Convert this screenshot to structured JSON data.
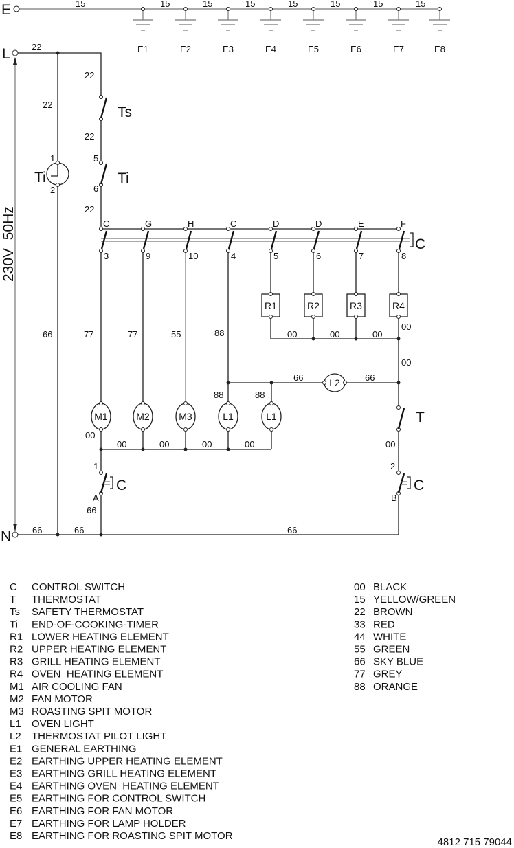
{
  "earth": {
    "terminal": "E",
    "wire": "15",
    "taps": [
      "E1",
      "E2",
      "E3",
      "E4",
      "E5",
      "E6",
      "E7",
      "E8"
    ]
  },
  "supply": {
    "line": "L",
    "neutral": "N",
    "voltage": "230V  50Hz"
  },
  "wires": {
    "brown": "22",
    "skyblue": "66",
    "grey": "77",
    "green": "55",
    "orange": "88",
    "black": "00"
  },
  "timer": {
    "label": "Ti",
    "pin1": "1",
    "pin2": "2"
  },
  "safety_thermostat": {
    "label": "Ts"
  },
  "timer_contact": {
    "label": "Ti",
    "pin_in": "5",
    "pin_out": "6"
  },
  "control_switch": {
    "label": "C",
    "contacts": [
      {
        "top": "C",
        "bottom": "3"
      },
      {
        "top": "G",
        "bottom": "9"
      },
      {
        "top": "H",
        "bottom": "10"
      },
      {
        "top": "C",
        "bottom": "4"
      },
      {
        "top": "D",
        "bottom": "5"
      },
      {
        "top": "D",
        "bottom": "6"
      },
      {
        "top": "E",
        "bottom": "7"
      },
      {
        "top": "F",
        "bottom": "8"
      }
    ],
    "contact_a": {
      "in": "1",
      "out": "A"
    },
    "contact_b": {
      "in": "2",
      "out": "B"
    }
  },
  "elements": [
    "R1",
    "R2",
    "R3",
    "R4"
  ],
  "loads": [
    "M1",
    "M2",
    "M3",
    "L1",
    "L1"
  ],
  "pilot_light": "L2",
  "thermostat": "T",
  "legend": [
    {
      "code": "C",
      "text": "CONTROL SWITCH"
    },
    {
      "code": "T",
      "text": "THERMOSTAT"
    },
    {
      "code": "Ts",
      "text": "SAFETY THERMOSTAT"
    },
    {
      "code": "Ti",
      "text": "END-OF-COOKING-TIMER"
    },
    {
      "code": "R1",
      "text": "LOWER HEATING ELEMENT"
    },
    {
      "code": "R2",
      "text": "UPPER HEATING ELEMENT"
    },
    {
      "code": "R3",
      "text": "GRILL HEATING ELEMENT"
    },
    {
      "code": "R4",
      "text": "OVEN  HEATING ELEMENT"
    },
    {
      "code": "M1",
      "text": "AIR COOLING FAN"
    },
    {
      "code": "M2",
      "text": "FAN MOTOR"
    },
    {
      "code": "M3",
      "text": "ROASTING SPIT MOTOR"
    },
    {
      "code": "L1",
      "text": "OVEN LIGHT"
    },
    {
      "code": "L2",
      "text": "THERMOSTAT PILOT LIGHT"
    },
    {
      "code": "E1",
      "text": "GENERAL EARTHING"
    },
    {
      "code": "E2",
      "text": "EARTHING UPPER HEATING ELEMENT"
    },
    {
      "code": "E3",
      "text": "EARTHING GRILL HEATING ELEMENT"
    },
    {
      "code": "E4",
      "text": "EARTHING OVEN  HEATING ELEMENT"
    },
    {
      "code": "E5",
      "text": "EARTHING FOR CONTROL SWITCH"
    },
    {
      "code": "E6",
      "text": "EARTHING FOR FAN MOTOR"
    },
    {
      "code": "E7",
      "text": "EARTHING FOR LAMP HOLDER"
    },
    {
      "code": "E8",
      "text": "EARTHING FOR ROASTING SPIT MOTOR"
    }
  ],
  "colors": [
    {
      "code": "00",
      "text": "BLACK"
    },
    {
      "code": "15",
      "text": "YELLOW/GREEN"
    },
    {
      "code": "22",
      "text": "BROWN"
    },
    {
      "code": "33",
      "text": "RED"
    },
    {
      "code": "44",
      "text": "WHITE"
    },
    {
      "code": "55",
      "text": "GREEN"
    },
    {
      "code": "66",
      "text": "SKY BLUE"
    },
    {
      "code": "77",
      "text": "GREY"
    },
    {
      "code": "88",
      "text": "ORANGE"
    }
  ],
  "part_number": "4812 715 79044"
}
